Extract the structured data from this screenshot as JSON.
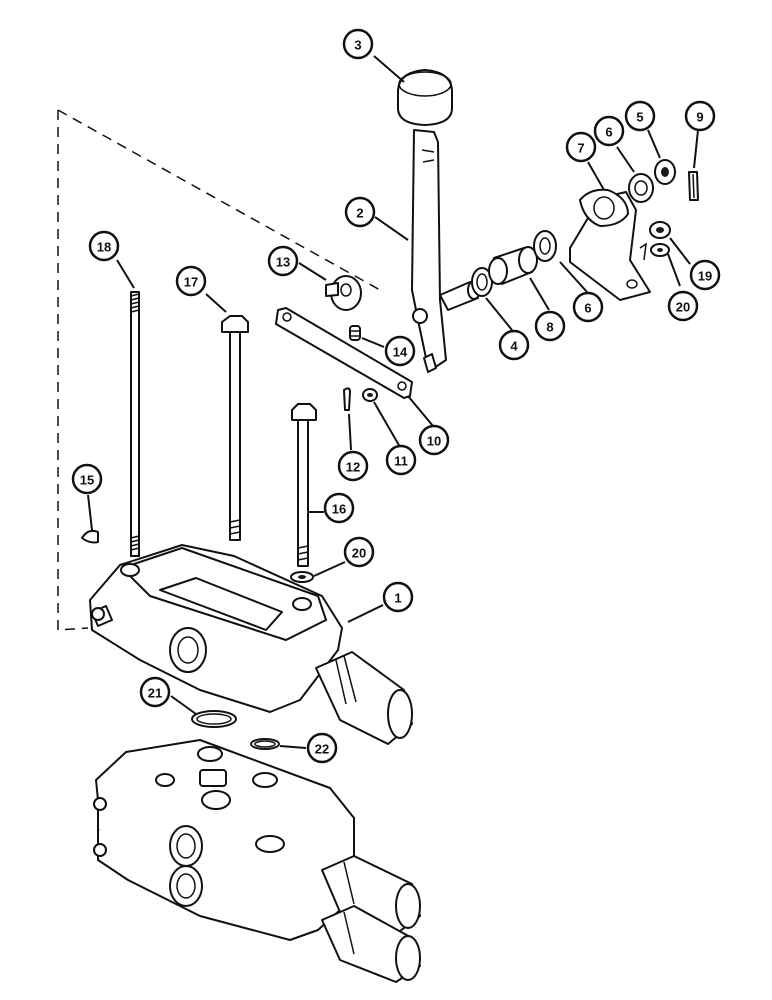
{
  "callouts": [
    {
      "id": "c3",
      "label": "3"
    },
    {
      "id": "c2",
      "label": "2"
    },
    {
      "id": "c7",
      "label": "7"
    },
    {
      "id": "c6a",
      "label": "6"
    },
    {
      "id": "c5",
      "label": "5"
    },
    {
      "id": "c9",
      "label": "9"
    },
    {
      "id": "c18",
      "label": "18"
    },
    {
      "id": "c13",
      "label": "13"
    },
    {
      "id": "c17",
      "label": "17"
    },
    {
      "id": "c19",
      "label": "19"
    },
    {
      "id": "c20a",
      "label": "20"
    },
    {
      "id": "c4",
      "label": "4"
    },
    {
      "id": "c8",
      "label": "8"
    },
    {
      "id": "c6b",
      "label": "6"
    },
    {
      "id": "c14",
      "label": "14"
    },
    {
      "id": "c11",
      "label": "11"
    },
    {
      "id": "c10",
      "label": "10"
    },
    {
      "id": "c12",
      "label": "12"
    },
    {
      "id": "c15",
      "label": "15"
    },
    {
      "id": "c16",
      "label": "16"
    },
    {
      "id": "c20b",
      "label": "20"
    },
    {
      "id": "c1",
      "label": "1"
    },
    {
      "id": "c21",
      "label": "21"
    },
    {
      "id": "c22",
      "label": "22"
    }
  ]
}
